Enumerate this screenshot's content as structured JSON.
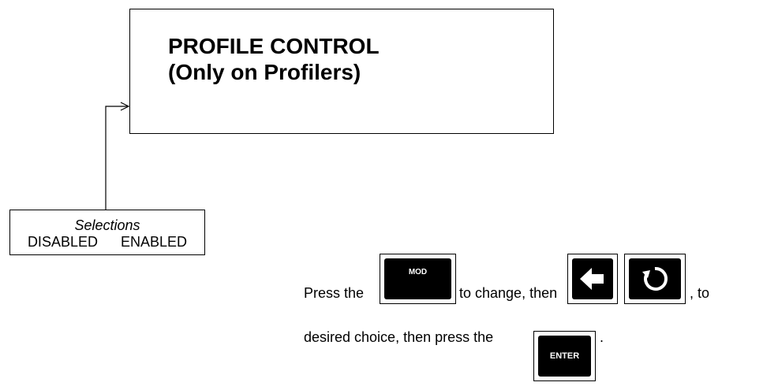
{
  "main_box": {
    "title_line1": "PROFILE CONTROL",
    "title_line2": "(Only on Profilers)"
  },
  "selections": {
    "heading": "Selections",
    "options": [
      "DISABLED",
      "ENABLED"
    ]
  },
  "instructions": {
    "press_the": "Press  the",
    "to_change_then": "to change, then",
    "comma_to": ", to",
    "desired_choice": "desired choice, then press the",
    "period": "."
  },
  "keys": {
    "mod_label": "MOD",
    "enter_label": "ENTER",
    "left_icon": "left-arrow-icon",
    "cycle_icon": "cycle-arrow-icon"
  },
  "colors": {
    "key_fill": "#000000",
    "key_text": "#ffffff",
    "line": "#000000"
  }
}
